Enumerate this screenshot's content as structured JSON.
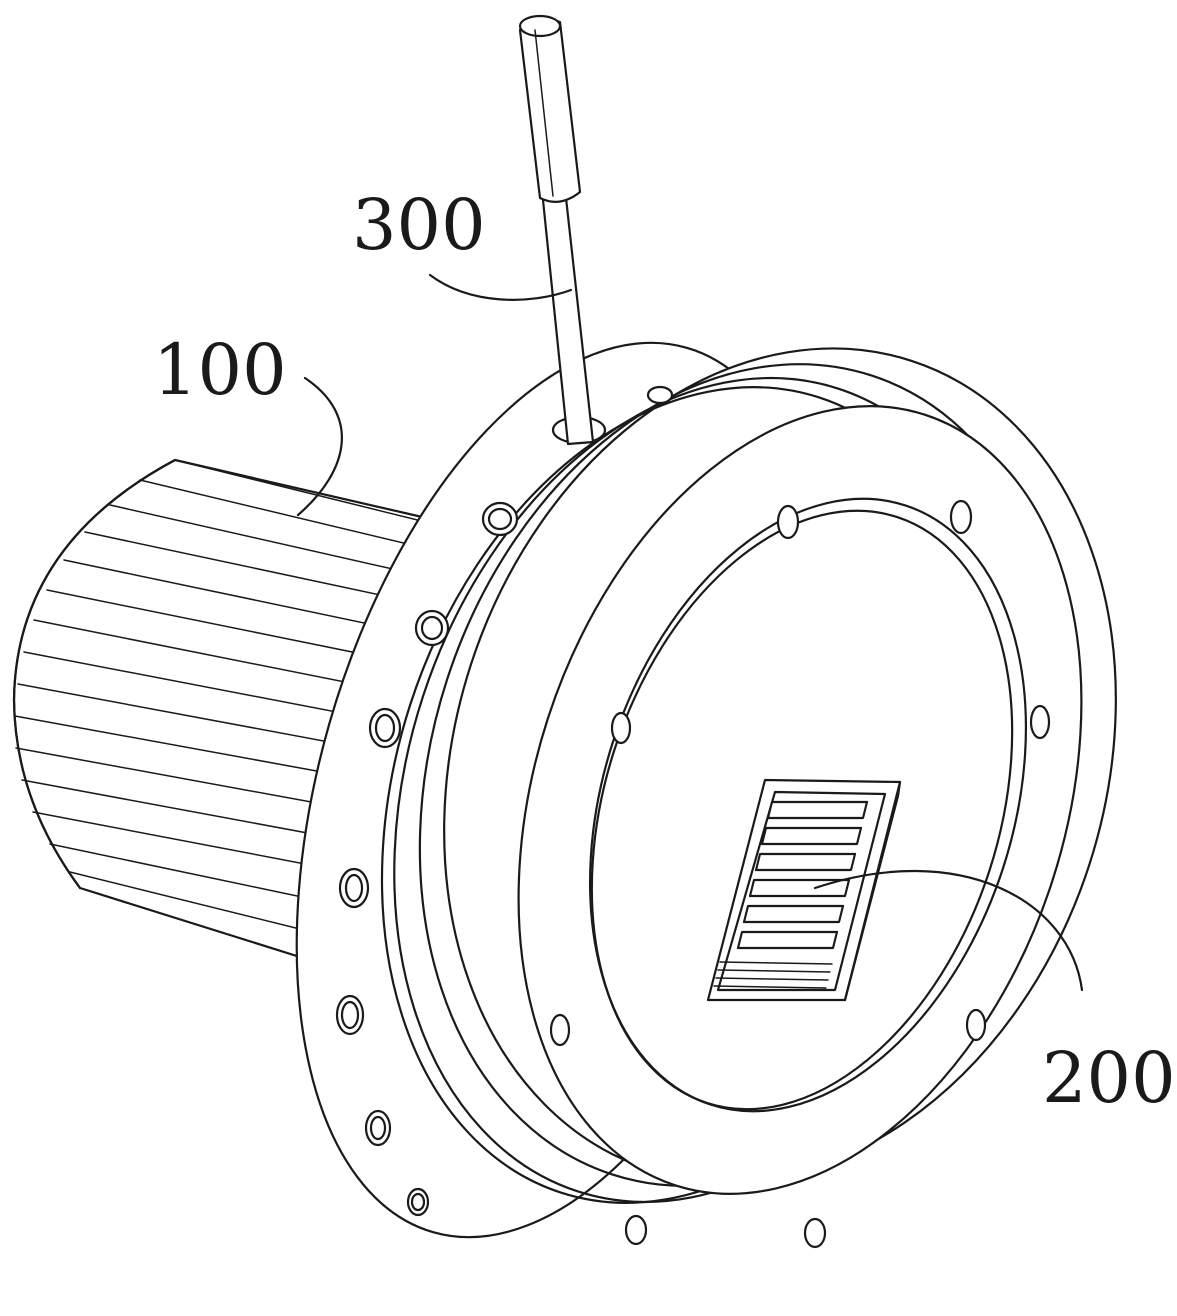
{
  "labels": {
    "part_300": "300",
    "part_100": "100",
    "part_200": "200"
  }
}
